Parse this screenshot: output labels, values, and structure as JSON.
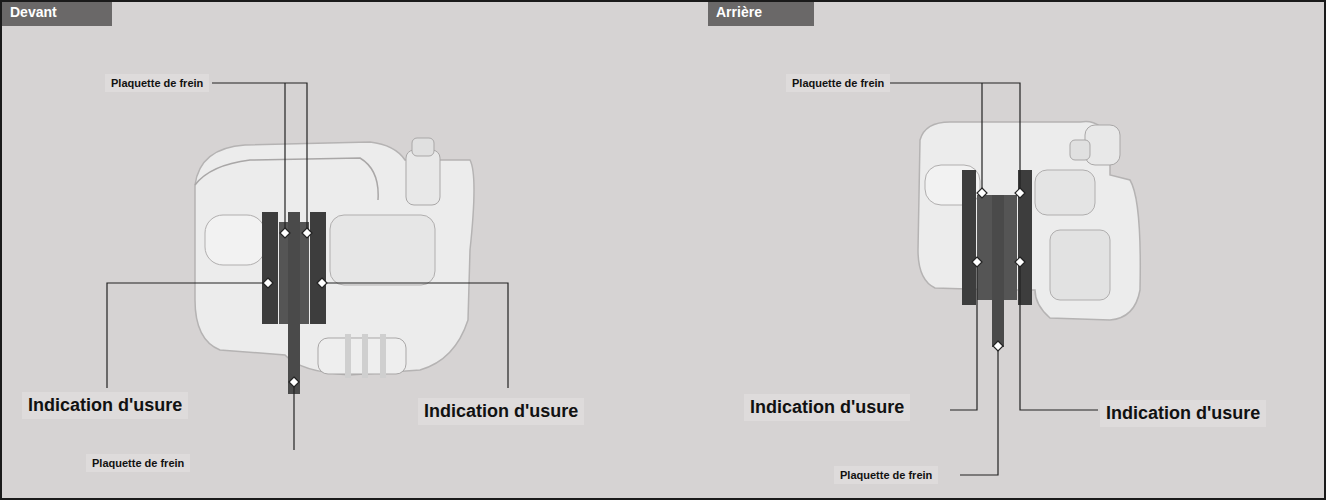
{
  "diagram": {
    "nodes": [
      {
        "text": [
          "Devant"
        ]
      },
      {
        "text": [
          "Arrière"
        ]
      }
    ],
    "labels": [
      "Plaquette de frein",
      "Indication d'usure",
      "Indication d'usure",
      "Plaquette de frein",
      "Plaquette de frein",
      "Indication d'usure",
      "Indication d'usure",
      "Plaquette de frein"
    ]
  }
}
